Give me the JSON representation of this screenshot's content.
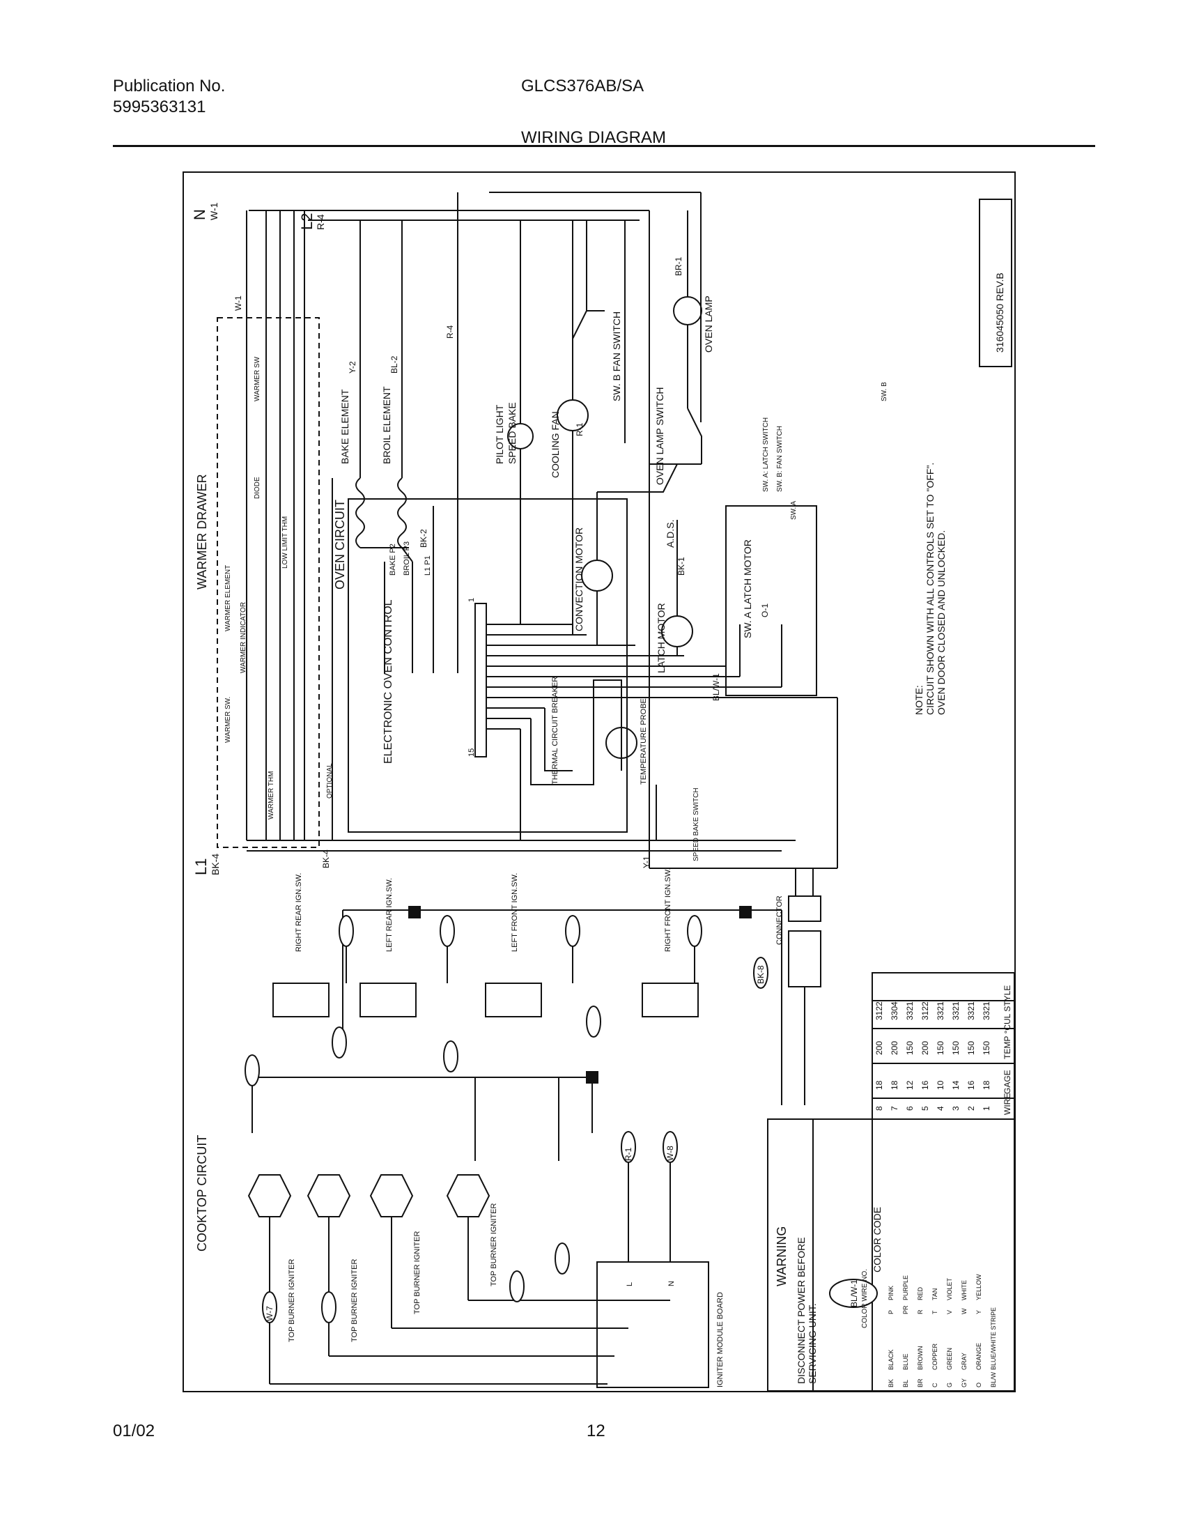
{
  "header": {
    "publication_label": "Publication No.",
    "publication_number": "5995363131",
    "model": "GLCS376AB/SA",
    "title": "WIRING DIAGRAM"
  },
  "footer": {
    "date": "01/02",
    "page": "12"
  },
  "diagram": {
    "part_number": "316045050 REV.B",
    "terminals": {
      "n": "N",
      "n_wire": "W-1",
      "l2": "L2",
      "l2_wire": "R-4",
      "l1": "L1",
      "l1_wire": "BK-4"
    },
    "warmer": {
      "title": "WARMER DRAWER",
      "warmer_sw": "WARMER SW",
      "diode": "DIODE",
      "element": "WARMER ELEMENT",
      "low_limit": "LOW LIMIT THM",
      "indicator": "WARMER INDICATOR",
      "switch": "WARMER SW.",
      "thm": "WARMER THM",
      "optional": "OPTIONAL"
    },
    "oven": {
      "title": "OVEN CIRCUIT",
      "bake_element": "BAKE ELEMENT",
      "broil_element": "BROIL ELEMENT",
      "pilot_light": "PILOT LIGHT",
      "speed_bake": "SPEED BAKE",
      "cooling_fan": "COOLING FAN",
      "fan_switch": "SW. B FAN SWITCH",
      "oven_lamp": "OVEN LAMP",
      "oven_lamp_switch": "OVEN LAMP SWITCH",
      "ads": "A.D.S.",
      "convection_motor": "CONVECTION MOTOR",
      "latch_motor": "LATCH MOTOR",
      "latch_switch": "SW. A LATCH MOTOR",
      "control": "ELECTRONIC OVEN CONTROL",
      "bake_p2": "BAKE P2",
      "broil_p3": "BROIL P3",
      "l1_p1": "L1 P1",
      "pin_first": "1",
      "pin_last": "15",
      "thermal_breaker": "THERMAL CIRCUIT BREAKER",
      "temp_probe": "TEMPERATURE PROBE",
      "speed_bake_switch": "SPEED BAKE SWITCH",
      "sw_a_note": "SW. A: LATCH SWITCH",
      "sw_b_note": "SW. B: FAN SWITCH",
      "sw_a": "SW. A",
      "sw_b": "SW. B"
    },
    "note": {
      "label": "NOTE:",
      "line1": "CIRCUIT SHOWN WITH ALL CONTROLS SET TO \"OFF\".",
      "line2": "OVEN DOOR CLOSED AND UNLOCKED."
    },
    "wires": [
      "W-1",
      "R-4",
      "R-1",
      "BR-1",
      "Y-2",
      "BL-2",
      "BK-2",
      "BK-1",
      "BL/W-1",
      "O-1",
      "Y-1",
      "BK-4",
      "BK-8",
      "R-1",
      "W-8",
      "W-7"
    ],
    "cooktop": {
      "title": "COOKTOP CIRCUIT",
      "switches": [
        "RIGHT REAR IGN.SW.",
        "LEFT REAR IGN.SW.",
        "LEFT FRONT IGN.SW.",
        "RIGHT FRONT IGN.SW."
      ],
      "igniter": "TOP BURNER IGNITER",
      "module": "IGNITER MODULE BOARD",
      "connector": "CONNECTOR",
      "module_l": "L",
      "module_n": "N"
    },
    "warning": {
      "title": "WARNING",
      "line1": "DISCONNECT POWER BEFORE",
      "line2": "SERVICING UNIT.",
      "sample": "BL/W-1",
      "color_wire_no": "COLOR WIRE NO.",
      "color_code": "COLOR CODE"
    },
    "color_codes": [
      [
        "BK",
        "BLACK",
        "P",
        "PINK"
      ],
      [
        "BL",
        "BLUE",
        "PR",
        "PURPLE"
      ],
      [
        "BR",
        "BROWN",
        "R",
        "RED"
      ],
      [
        "C",
        "COPPER",
        "T",
        "TAN"
      ],
      [
        "G",
        "GREEN",
        "V",
        "VIOLET"
      ],
      [
        "GY",
        "GRAY",
        "W",
        "WHITE"
      ],
      [
        "O",
        "ORANGE",
        "Y",
        "YELLOW"
      ],
      [
        "BL/W",
        "BLUE/WHITE STRIPE",
        "",
        ""
      ]
    ],
    "wire_table": {
      "headers": [
        "WIRE",
        "GAGE",
        "TEMP °C",
        "UL STYLE"
      ],
      "rows": [
        [
          "8",
          "18",
          "200",
          "3122"
        ],
        [
          "7",
          "18",
          "200",
          "3304"
        ],
        [
          "6",
          "12",
          "150",
          "3321"
        ],
        [
          "5",
          "16",
          "200",
          "3122"
        ],
        [
          "4",
          "10",
          "150",
          "3321"
        ],
        [
          "3",
          "14",
          "150",
          "3321"
        ],
        [
          "2",
          "16",
          "150",
          "3321"
        ],
        [
          "1",
          "18",
          "150",
          "3321"
        ]
      ]
    }
  }
}
